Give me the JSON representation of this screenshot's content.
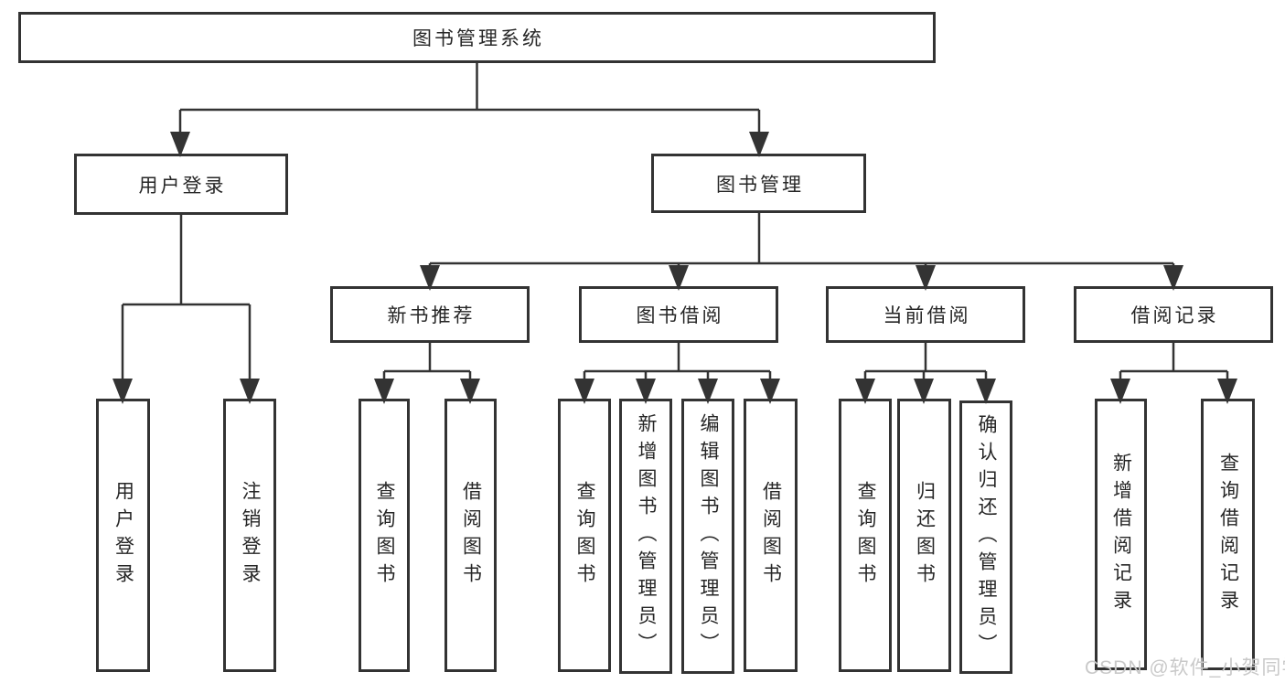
{
  "diagram": {
    "type": "tree",
    "root": {
      "label": "图书管理系统"
    },
    "branches": [
      {
        "label": "用户登录",
        "children": [
          {
            "label": "用户登录"
          },
          {
            "label": "注销登录"
          }
        ]
      },
      {
        "label": "图书管理",
        "children": [
          {
            "label": "新书推荐",
            "children": [
              {
                "label": "查询图书"
              },
              {
                "label": "借阅图书"
              }
            ]
          },
          {
            "label": "图书借阅",
            "children": [
              {
                "label": "查询图书"
              },
              {
                "label": "新增图书（管理员）"
              },
              {
                "label": "编辑图书（管理员）"
              },
              {
                "label": "借阅图书"
              }
            ]
          },
          {
            "label": "当前借阅",
            "children": [
              {
                "label": "查询图书"
              },
              {
                "label": "归还图书"
              },
              {
                "label": "确认归还（管理员）"
              }
            ]
          },
          {
            "label": "借阅记录",
            "children": [
              {
                "label": "新增借阅记录"
              },
              {
                "label": "查询借阅记录"
              }
            ]
          }
        ]
      }
    ]
  },
  "watermark": {
    "text": "CSDN @软件_小贺同学"
  },
  "colors": {
    "line": "#333333",
    "text": "#262626",
    "background": "#ffffff",
    "watermark": "#c9c9c9"
  }
}
